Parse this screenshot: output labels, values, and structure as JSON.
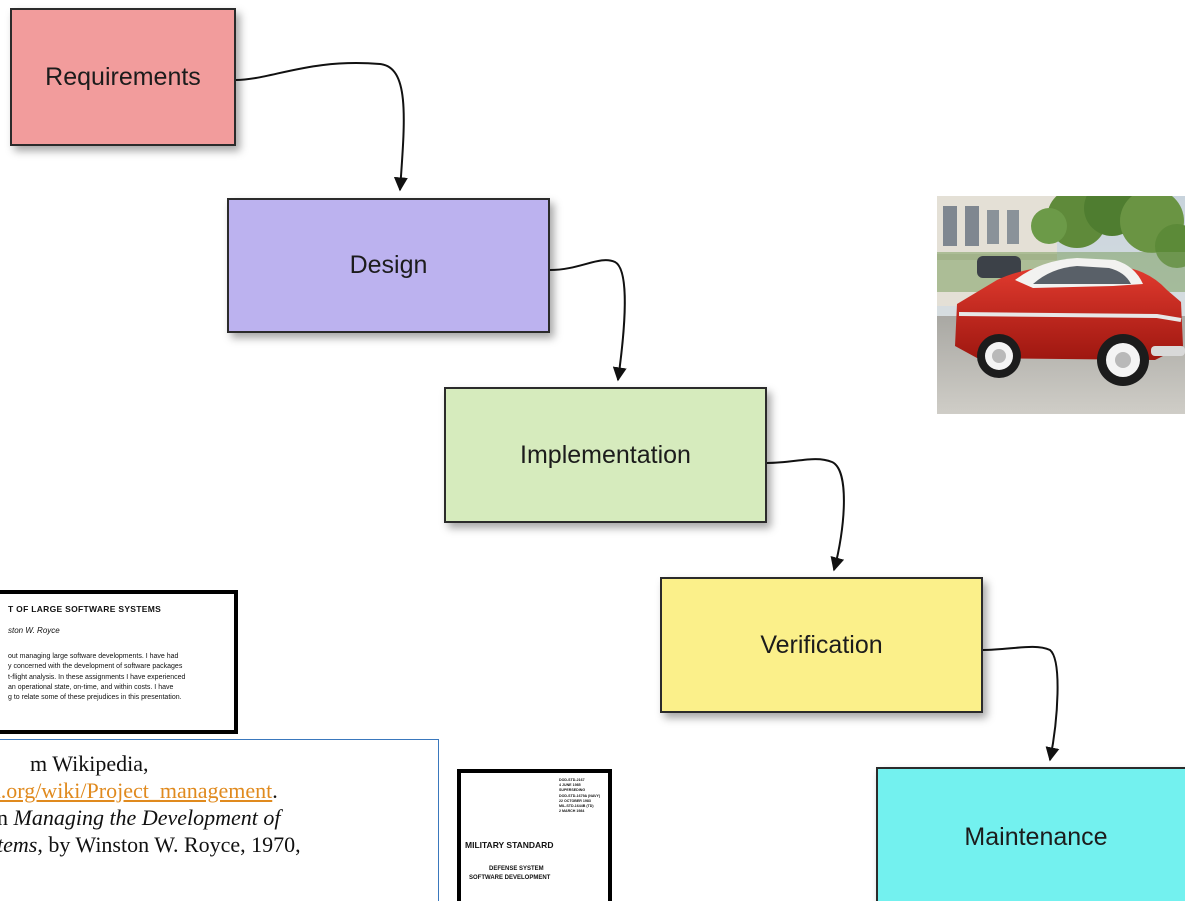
{
  "waterfall": {
    "stages": [
      "Requirements",
      "Design",
      "Implementation",
      "Verification",
      "Maintenance"
    ],
    "colors": {
      "requirements": "#f29c9c",
      "design": "#bcb2ef",
      "implementation": "#d6ebbd",
      "verification": "#fbf08a",
      "maintenance": "#73f1ef",
      "border": "#2b2b2b"
    }
  },
  "paper": {
    "title": "T OF LARGE SOFTWARE SYSTEMS",
    "author": "ston W. Royce",
    "lines": [
      "out managing large software developments.  I have had",
      "y concerned with the development of software packages",
      "t-flight analysis.  In these assignments I have experienced",
      "an operational state, on-time, and within costs.  I have",
      "g to relate some of these prejudices in this presentation."
    ]
  },
  "caption": {
    "line1": "m Wikipedia,",
    "link": "a.org/wiki/Project_management",
    "link_trail": ".",
    "line3_prefix": "n ",
    "line3_italic": "Managing the Development of",
    "line4_italic": "tems",
    "line4_rest": ", by Winston W. Royce, 1970,",
    "colors": {
      "border": "#3a78bd",
      "link": "#e08a1e"
    }
  },
  "milstd": {
    "header_lines": [
      "DOD-STD-2167",
      "4 JUNE 1985",
      "SUPERSEDING",
      "DOD-STD-1679A (NAVY)",
      "22 OCTOBER 1983",
      "MIL-STD-1644B (TD)",
      "2 MARCH 1984"
    ],
    "title": "MILITARY STANDARD",
    "subtitle_1": "DEFENSE SYSTEM",
    "subtitle_2": "SOFTWARE DEVELOPMENT"
  }
}
